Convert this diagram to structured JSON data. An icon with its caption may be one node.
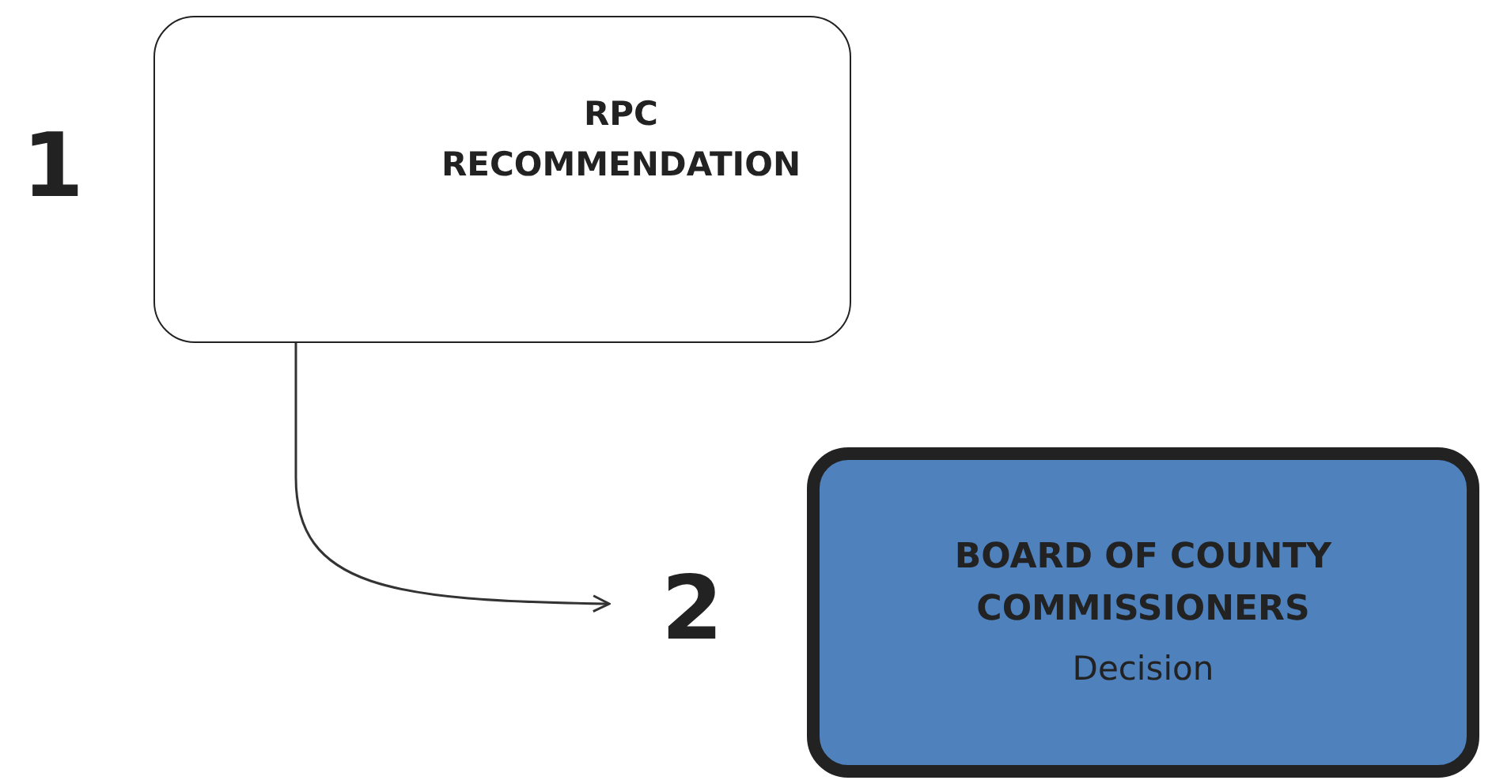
{
  "diagram": {
    "nodes": [
      {
        "text": [
          "RPC RECOMMENDATION"
        ],
        "beside": [
          "1"
        ]
      },
      {
        "text": [
          "BOARD OF COUNTY COMMISSIONERS",
          "Decision"
        ],
        "beside": [
          "2"
        ]
      }
    ],
    "edges": [
      {
        "from": 0,
        "to": 1,
        "arrow": "to"
      }
    ]
  }
}
